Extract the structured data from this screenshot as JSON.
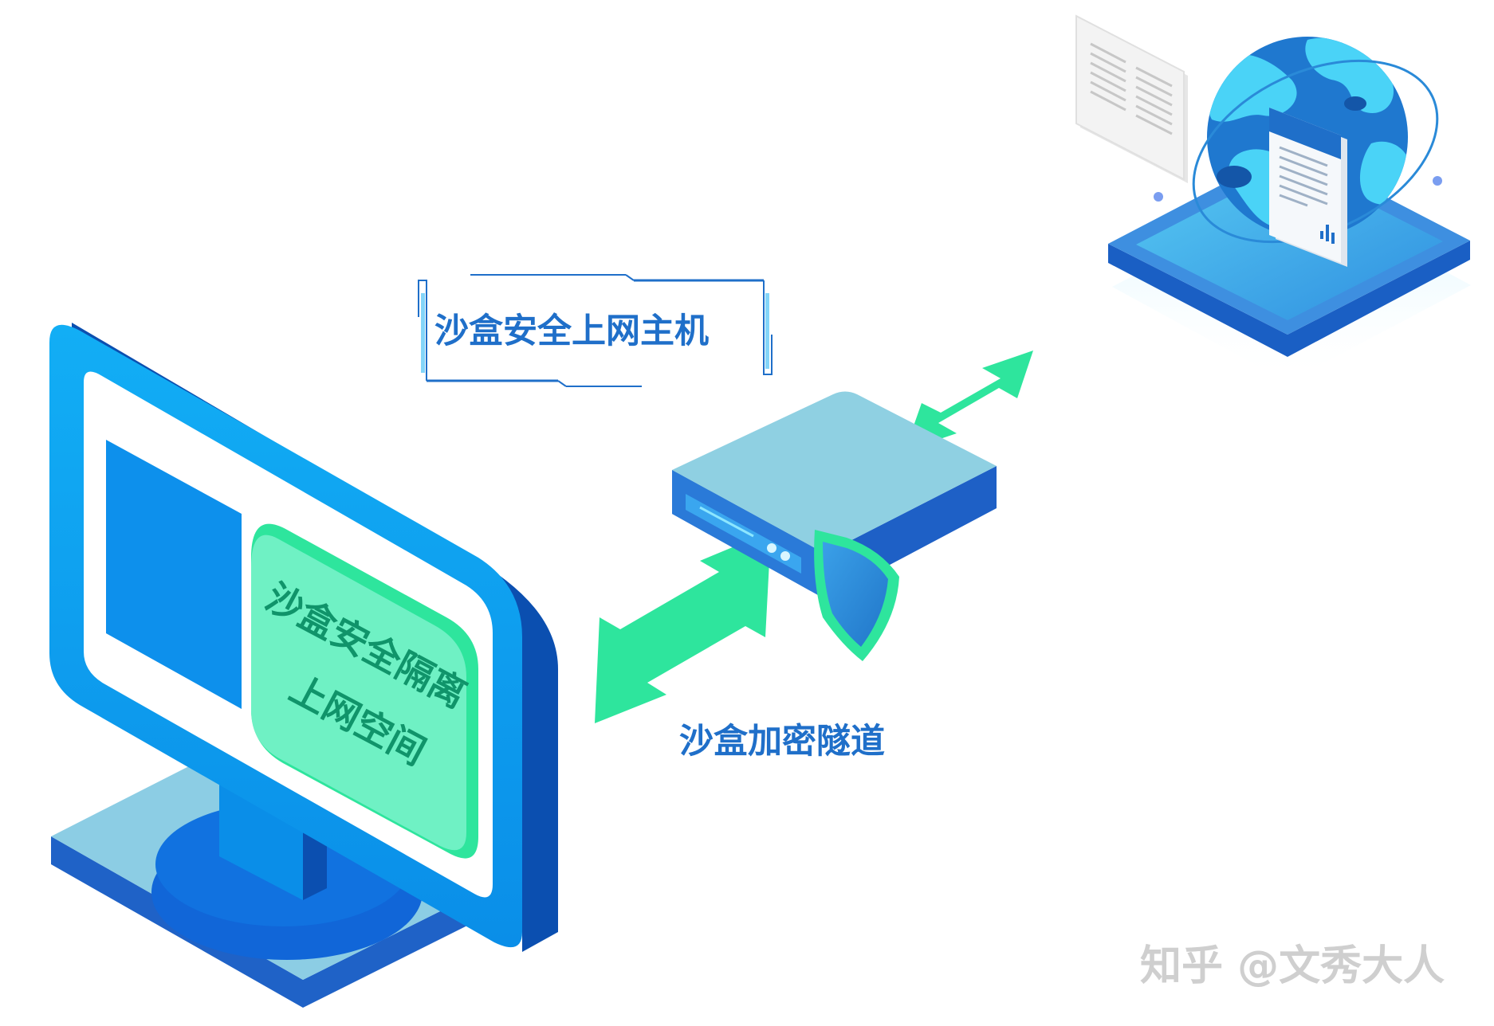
{
  "labels": {
    "host_title": "沙盒安全上网主机",
    "tunnel": "沙盒加密隧道",
    "space_line1": "沙盒安全隔离",
    "space_line2": "上网空间",
    "watermark": "知乎 @文秀大人"
  },
  "colors": {
    "arrow": "#2ee59d",
    "label_text": "#1f6fc9",
    "space_text": "#10946a",
    "monitor_blue": "#0a9cf0",
    "monitor_dark": "#0b4fb0",
    "device_top": "#8fd0e2",
    "device_side": "#1e62c8",
    "globe_ocean": "#1f7bd0",
    "globe_land": "#49d2f6",
    "watermark": "#cfcfcf"
  },
  "icons": [
    "monitor-icon",
    "shield-icon",
    "globe-icon",
    "document-icon",
    "server-icon"
  ]
}
